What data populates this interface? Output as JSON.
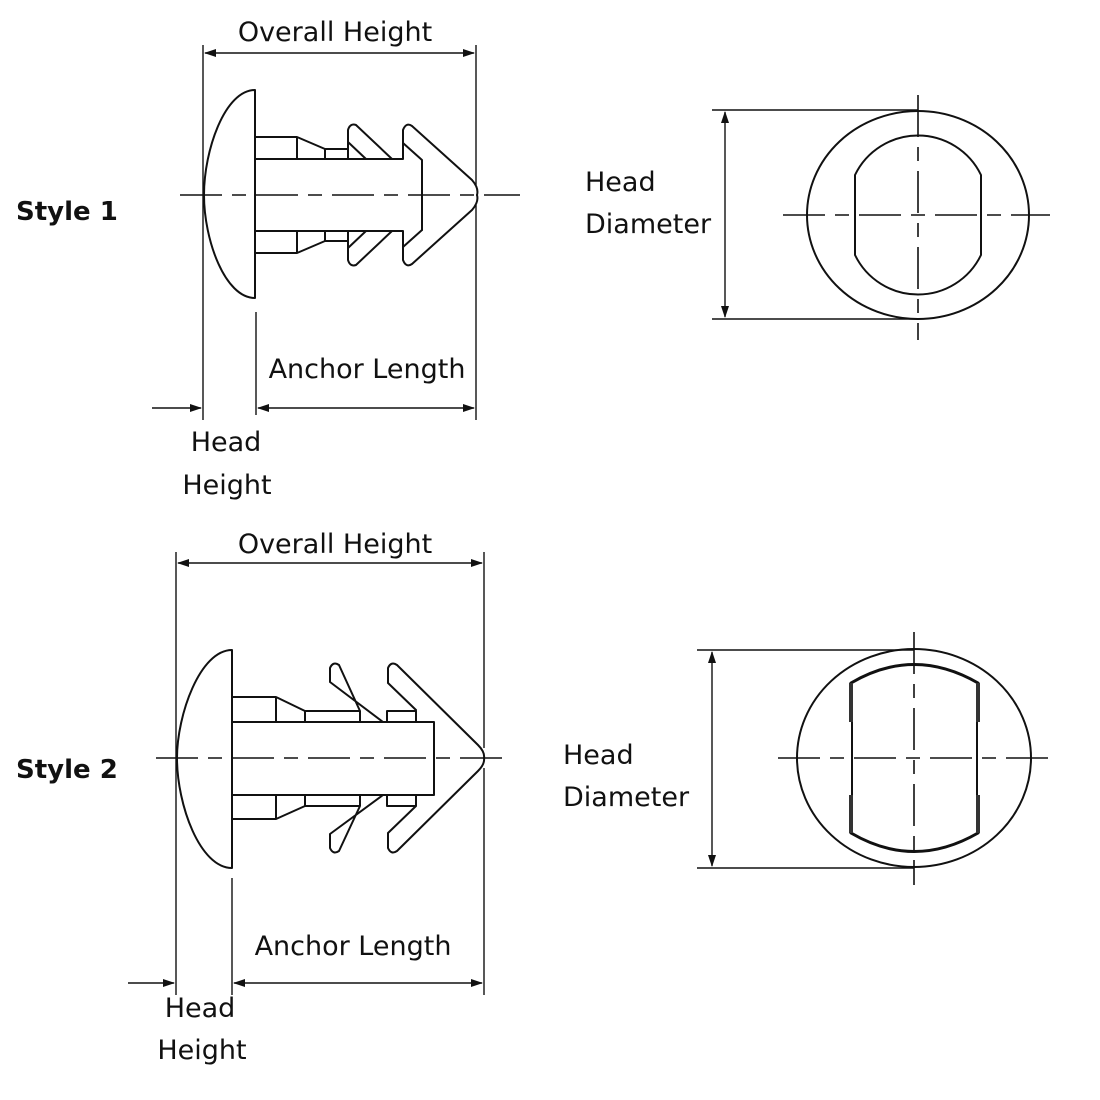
{
  "styles": [
    {
      "name": "Style 1",
      "labels": {
        "overall_height": "Overall Height",
        "anchor_length": "Anchor Length",
        "head_height_1": "Head",
        "head_height_2": "Height",
        "head_diameter_1": "Head",
        "head_diameter_2": "Diameter"
      }
    },
    {
      "name": "Style 2",
      "labels": {
        "overall_height": "Overall Height",
        "anchor_length": "Anchor Length",
        "head_height_1": "Head",
        "head_height_2": "Height",
        "head_diameter_1": "Head",
        "head_diameter_2": "Diameter"
      }
    }
  ]
}
